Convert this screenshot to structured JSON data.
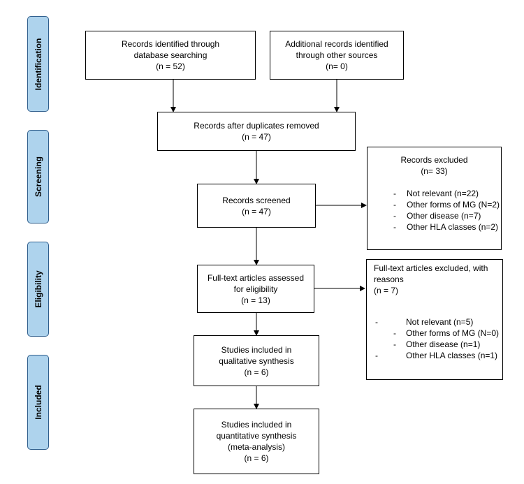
{
  "stages": {
    "identification": "Identification",
    "screening": "Screening",
    "eligibility": "Eligibility",
    "included": "Included"
  },
  "boxes": {
    "db_search": {
      "line1": "Records identified through",
      "line2": "database searching",
      "line3": "(n = 52)"
    },
    "other_sources": {
      "line1": "Additional records identified",
      "line2": "through other sources",
      "line3": "(n= 0)"
    },
    "after_duplicates": {
      "line1": "Records after duplicates removed",
      "line2": "(n = 47)"
    },
    "screened": {
      "line1": "Records screened",
      "line2": "(n = 47)"
    },
    "excluded": {
      "title": "Records excluded",
      "count": "(n= 33)",
      "items": [
        {
          "dash": "-",
          "text": "Not relevant (n=22)"
        },
        {
          "dash": "-",
          "text": "Other forms of MG (N=2)"
        },
        {
          "dash": "-",
          "text": "Other disease (n=7)"
        },
        {
          "dash": "-",
          "text": "Other HLA classes (n=2)"
        }
      ]
    },
    "fulltext": {
      "line1": "Full-text articles assessed",
      "line2": "for eligibility",
      "line3": "(n = 13)"
    },
    "fulltext_excluded": {
      "line1": "Full-text articles excluded, with",
      "line2": "reasons",
      "line3": "(n = 7)",
      "items": [
        {
          "dash": "-",
          "text": "Not relevant (n=5)"
        },
        {
          "dash": "-",
          "text": "Other forms of MG (N=0)"
        },
        {
          "dash": "-",
          "text": "Other disease (n=1)"
        },
        {
          "dash": "-",
          "text": "Other HLA classes (n=1)"
        }
      ]
    },
    "qualitative": {
      "line1": "Studies included in",
      "line2": "qualitative synthesis",
      "line3": "(n = 6)"
    },
    "quantitative": {
      "line1": "Studies included in",
      "line2": "quantitative synthesis",
      "line3": "(meta-analysis)",
      "line4": "(n = 6)"
    }
  }
}
